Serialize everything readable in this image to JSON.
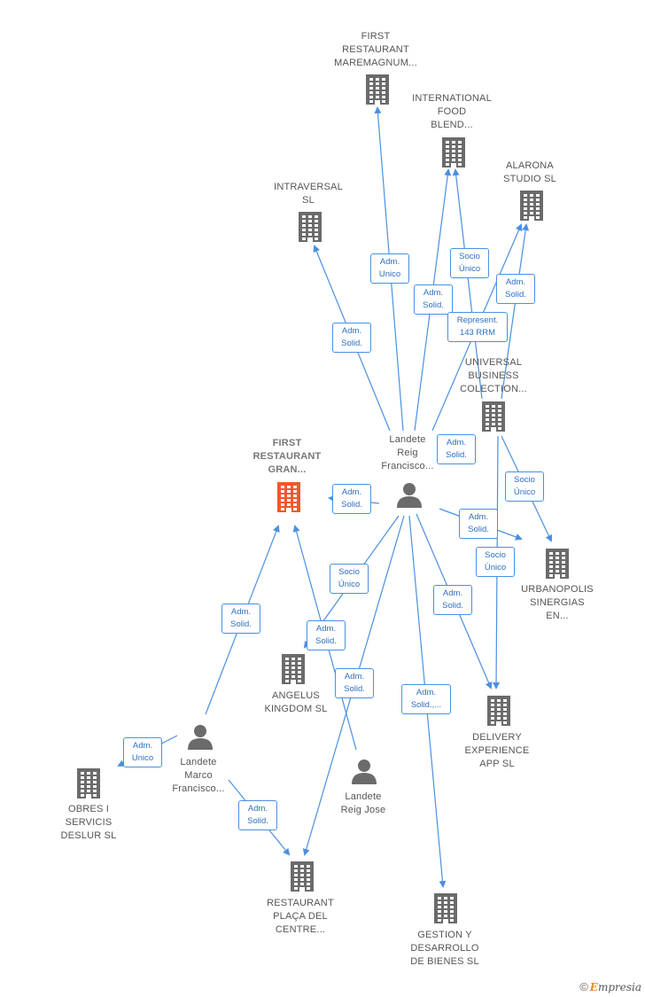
{
  "colors": {
    "edge": "#4a90e2",
    "node": "#6b6b6b",
    "focus": "#f05a28"
  },
  "nodes": [
    {
      "id": "first_maremagnum",
      "type": "company",
      "label": "FIRST\nRESTAURANT\nMAREMAGNUM..."
    },
    {
      "id": "intl_food",
      "type": "company",
      "label": "INTERNATIONAL\nFOOD\nBLEND..."
    },
    {
      "id": "alarona",
      "type": "company",
      "label": "ALARONA\nSTUDIO  SL"
    },
    {
      "id": "intraversal",
      "type": "company",
      "label": "INTRAVERSAL\nSL"
    },
    {
      "id": "universal",
      "type": "company",
      "label": "UNIVERSAL\nBUSINESS\nCOLECTION..."
    },
    {
      "id": "first_gran",
      "type": "company",
      "focus": true,
      "label": "FIRST\nRESTAURANT\nGRAN..."
    },
    {
      "id": "landete_francisco",
      "type": "person",
      "label": "Landete\nReig\nFrancisco..."
    },
    {
      "id": "urbanopolis",
      "type": "company",
      "label": "URBANOPOLIS\nSINERGIAS\nEN..."
    },
    {
      "id": "angelus",
      "type": "company",
      "label": "ANGELUS\nKINGDOM  SL"
    },
    {
      "id": "delivery",
      "type": "company",
      "label": "DELIVERY\nEXPERIENCE\nAPP  SL"
    },
    {
      "id": "landete_marco",
      "type": "person",
      "label": "Landete\nMarco\nFrancisco..."
    },
    {
      "id": "obres",
      "type": "company",
      "label": "OBRES I\nSERVICIS\nDESLUR  SL"
    },
    {
      "id": "landete_jose",
      "type": "person",
      "label": "Landete\nReig Jose"
    },
    {
      "id": "restaurant_placa",
      "type": "company",
      "label": "RESTAURANT\nPLAÇA DEL\nCENTRE..."
    },
    {
      "id": "gestion",
      "type": "company",
      "label": "GESTION Y\nDESARROLLO\nDE BIENES  SL"
    }
  ],
  "edges": [
    {
      "from": "landete_francisco",
      "to": "first_maremagnum",
      "label": "Adm.\nUnico"
    },
    {
      "from": "landete_francisco",
      "to": "intl_food",
      "label": "Adm.\nSolid."
    },
    {
      "from": "universal",
      "to": "intl_food",
      "label": "Socio\nÚnico"
    },
    {
      "from": "universal",
      "to": "alarona",
      "label": "Adm.\nSolid."
    },
    {
      "from": "landete_francisco",
      "to": "alarona",
      "label": "Adm.\nSolid."
    },
    {
      "from": "landete_francisco",
      "to": "intraversal",
      "label": "Adm.\nSolid."
    },
    {
      "from": "landete_francisco",
      "to": "first_gran",
      "label": "Adm.\nSolid."
    },
    {
      "from": "universal",
      "to": "urbanopolis",
      "label": "Socio\nÚnico"
    },
    {
      "from": "landete_francisco",
      "to": "urbanopolis",
      "label": "Adm.\nSolid."
    },
    {
      "from": "universal",
      "to": "delivery",
      "label": "Socio\nÚnico"
    },
    {
      "from": "landete_francisco",
      "to": "delivery",
      "label": "Adm.\nSolid."
    },
    {
      "from": "landete_francisco",
      "to": "angelus",
      "label": "Socio\nÚnico"
    },
    {
      "from": "landete_francisco",
      "to": "restaurant_placa",
      "label": "Adm.\nSolid."
    },
    {
      "from": "landete_francisco",
      "to": "gestion",
      "label": "Adm.\nSolid.,..."
    },
    {
      "from": "landete_marco",
      "to": "first_gran",
      "label": "Adm.\nSolid."
    },
    {
      "from": "landete_marco",
      "to": "obres",
      "label": "Adm.\nUnico"
    },
    {
      "from": "landete_marco",
      "to": "restaurant_placa",
      "label": "Adm.\nSolid."
    },
    {
      "from": "landete_jose",
      "to": "first_gran",
      "label": "Adm.\nSolid."
    }
  ],
  "extra_labels": [
    "Represent.\n143 RRM"
  ],
  "watermark": {
    "symbol": "©",
    "brand_initial": "E",
    "brand_rest": "mpresia"
  }
}
